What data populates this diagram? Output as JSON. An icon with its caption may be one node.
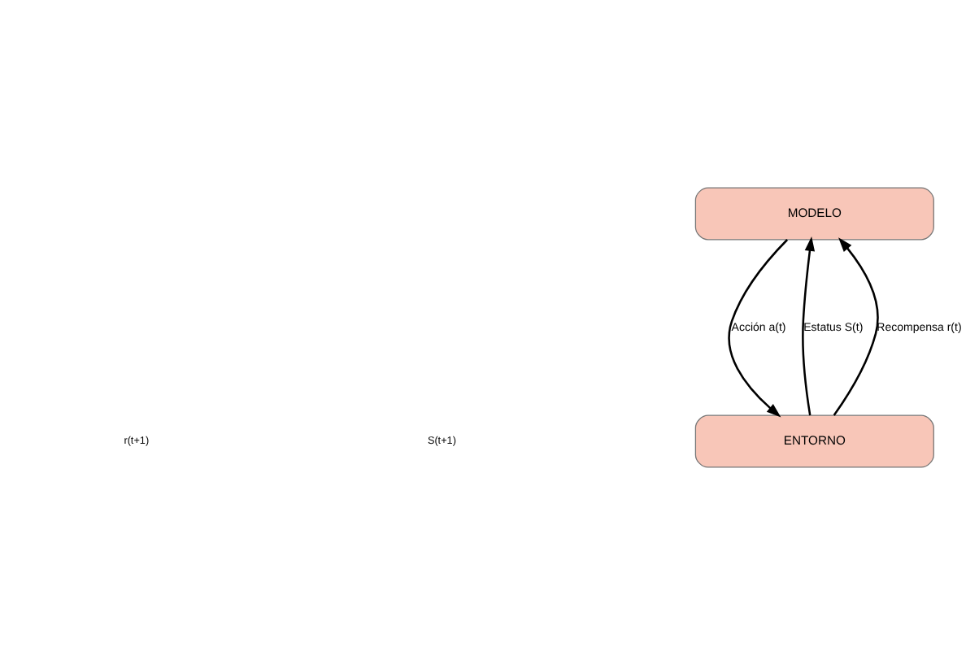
{
  "diagram": {
    "nodes": [
      {
        "text": [
          "MODELO"
        ]
      },
      {
        "text": [
          "ENTORNO"
        ]
      }
    ],
    "edges": [
      {
        "from": 1,
        "to": 0,
        "arrow": "to",
        "label": "Estatus S(t)"
      },
      {
        "from": 1,
        "to": 0,
        "arrow": "to",
        "label": "Recompensa r(t)"
      },
      {
        "from": 0,
        "to": 1,
        "arrow": "to",
        "label": "Acción a(t)"
      }
    ],
    "labels": [
      "r(t+1)",
      "S(t+1)"
    ]
  }
}
